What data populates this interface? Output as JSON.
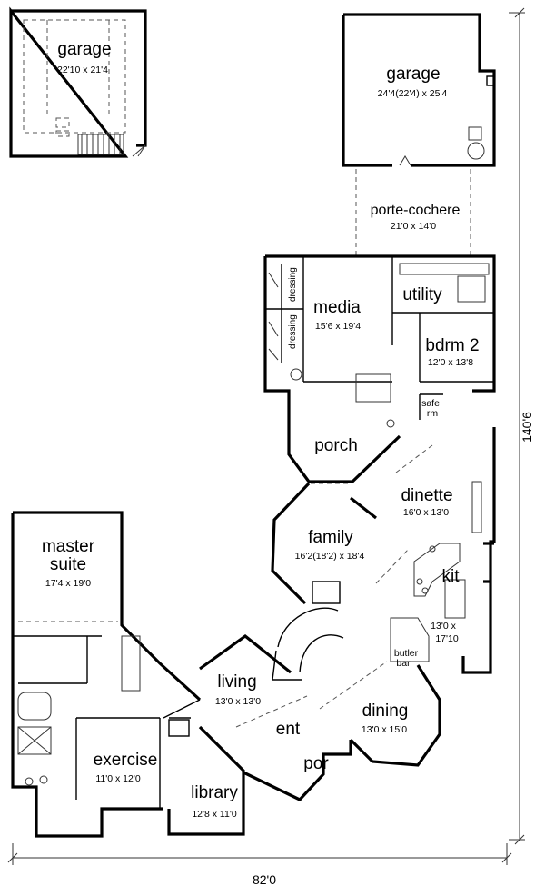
{
  "rooms": {
    "garage_1": {
      "name": "garage",
      "size": "22'10 x 21'4"
    },
    "garage_2": {
      "name": "garage",
      "size": "24'4(22'4) x 25'4"
    },
    "porte_cochere": {
      "name": "porte-cochere",
      "size": "21'0 x 14'0"
    },
    "media": {
      "name": "media",
      "size": "15'6 x 19'4"
    },
    "utility": {
      "name": "utility"
    },
    "bdrm2": {
      "name": "bdrm 2",
      "size": "12'0 x 13'8"
    },
    "safe_rm": {
      "line1": "safe",
      "line2": "rm"
    },
    "dressing_1": {
      "name": "dressing"
    },
    "dressing_2": {
      "name": "dressing"
    },
    "porch": {
      "name": "porch"
    },
    "dinette": {
      "name": "dinette",
      "size": "16'0 x 13'0"
    },
    "family": {
      "name": "family",
      "size": "16'2(18'2) x 18'4"
    },
    "kit": {
      "name": "kit"
    },
    "kit_size": {
      "line1": "13'0 x",
      "line2": "17'10"
    },
    "butler_bar": {
      "line1": "butler",
      "line2": "bar"
    },
    "master_suite": {
      "line1": "master",
      "line2": "suite",
      "size": "17'4 x 19'0"
    },
    "living": {
      "name": "living",
      "size": "13'0 x 13'0"
    },
    "ent": {
      "name": "ent"
    },
    "dining": {
      "name": "dining",
      "size": "13'0 x 15'0"
    },
    "por": {
      "name": "por"
    },
    "exercise": {
      "name": "exercise",
      "size": "11'0 x 12'0"
    },
    "library": {
      "name": "library",
      "size": "12'8 x 11'0"
    }
  },
  "dimensions": {
    "overall_depth": "140'6",
    "overall_width": "82'0"
  }
}
